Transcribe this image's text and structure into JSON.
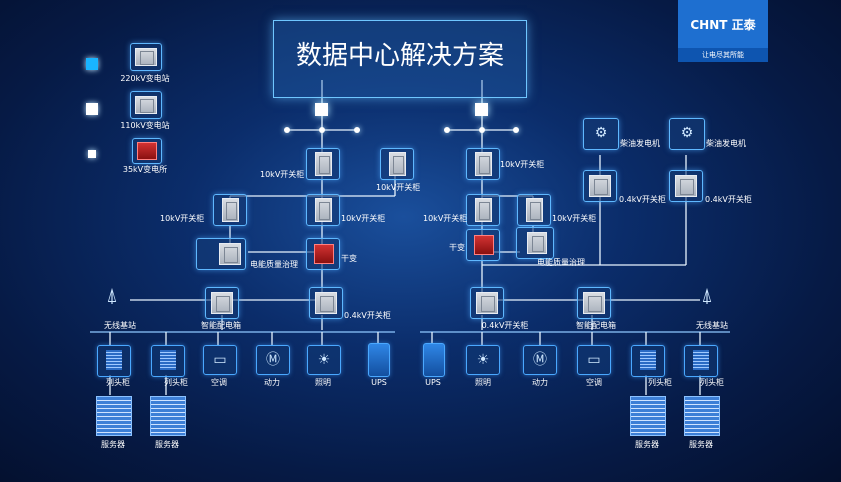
{
  "title": "数据中心解决方案",
  "logo": {
    "name": "CHNT 正泰",
    "slogan": "让电尽其所能"
  },
  "legend": [
    {
      "label": "220kV变电站",
      "color": "#19b4ff"
    },
    {
      "label": "110kV变电站",
      "color": "#ffffff"
    },
    {
      "label": "35kV变电所",
      "color": "#ffffff"
    }
  ],
  "labels": {
    "sw10_a": "10kV开关柜",
    "sw10_b": "10kV开关柜",
    "sw10_c": "10kV开关柜",
    "sw10_d": "10kV开关柜",
    "sw10_e": "10kV开关柜",
    "sw10_f": "10kV开关柜",
    "sw10_g": "10kV开关柜",
    "xfm_l": "干变",
    "xfm_r": "干变",
    "pq_l": "电能质量治理",
    "pq_r": "电能质量治理",
    "sw04_l": "0.4kV开关柜",
    "sw04_r": "0.4kV开关柜",
    "sw04_g1": "0.4kV开关柜",
    "sw04_g2": "0.4kV开关柜",
    "gen1": "柴油发电机",
    "gen2": "柴油发电机",
    "pd_l": "智能配电箱",
    "pd_r": "智能配电箱",
    "bs_l": "无线基站",
    "bs_r": "无线基站"
  },
  "loads_left": [
    {
      "label": "列头柜",
      "icon": "rack-icon"
    },
    {
      "label": "列头柜",
      "icon": "rack-icon"
    },
    {
      "label": "空调",
      "icon": "air-conditioner-icon"
    },
    {
      "label": "动力",
      "icon": "motor-icon"
    },
    {
      "label": "照明",
      "icon": "lightbulb-icon"
    },
    {
      "label": "UPS",
      "icon": "ups-icon"
    }
  ],
  "loads_right": [
    {
      "label": "UPS",
      "icon": "ups-icon"
    },
    {
      "label": "照明",
      "icon": "lightbulb-icon"
    },
    {
      "label": "动力",
      "icon": "motor-icon"
    },
    {
      "label": "空调",
      "icon": "air-conditioner-icon"
    },
    {
      "label": "列头柜",
      "icon": "rack-icon"
    },
    {
      "label": "列头柜",
      "icon": "rack-icon"
    }
  ],
  "servers": [
    "服务器",
    "服务器",
    "服务器",
    "服务器"
  ]
}
